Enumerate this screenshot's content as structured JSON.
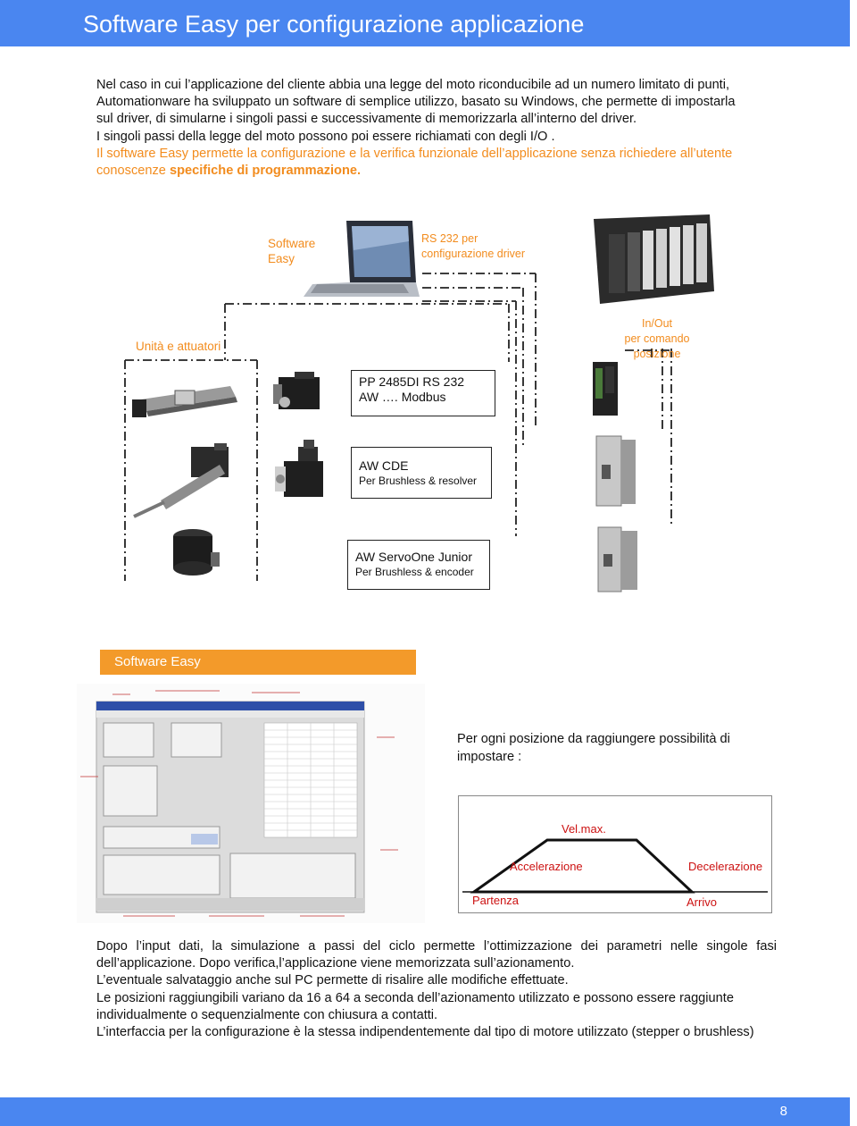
{
  "header": {
    "title": "Software Easy per configurazione applicazione"
  },
  "intro": {
    "p1": "Nel caso in cui l’applicazione del cliente abbia una legge del moto riconducibile ad un numero limitato di punti, Automationware ha sviluppato un software di semplice utilizzo, basato  su Windows, che permette di impostarla sul driver, di simularne i singoli passi e successivamente di memorizzarla all’interno del driver.",
    "p2": "I singoli passi della legge del moto possono poi essere richiamati con degli I/O .",
    "p3": "Il software Easy permette la configurazione e la verifica funzionale dell’applicazione senza richiedere  all’utente  conoscenze",
    "p3_bold": "specifiche di programmazione."
  },
  "diagram": {
    "software_label_1": "Software",
    "software_label_2": "Easy",
    "rs232_label_1": "RS 232 per",
    "rs232_label_2": "configurazione driver",
    "unita_label": "Unità e attuatori",
    "inout_label_1": "In/Out",
    "inout_label_2": "per comando posizione",
    "box1_line1": "PP 2485DI RS 232",
    "box1_line2": "AW ….   Modbus",
    "box2_line1": "AW CDE",
    "box2_line2": "Per Brushless & resolver",
    "box3_line1": "AW ServoOne Junior",
    "box3_line2": "Per Brushless & encoder"
  },
  "software_bar": {
    "label": "Software Easy"
  },
  "ogni_text": "Per ogni posizione da raggiungere possibilità di impostare :",
  "profile": {
    "vel_max": "Vel.max.",
    "accelerazione": "Accelerazione",
    "decelerazione": "Decelerazione",
    "partenza": "Partenza",
    "arrivo": "Arrivo"
  },
  "bottom": {
    "p1": "Dopo  l’input  dati,  la  simulazione  a  passi  del  ciclo  permette  l’ottimizzazione  dei  parametri  nelle  singole fasi dell’applicazione. Dopo verifica,l’applicazione viene memorizzata sull’azionamento.",
    "p2": "L’eventuale salvataggio anche sul PC   permette di risalire alle modifiche effettuate.",
    "p3": "Le posizioni raggiungibili variano da 16 a 64 a seconda dell’azionamento utilizzato e possono  essere raggiunte individualmente o sequenzialmente con chiusura a contatti.",
    "p4": "L’interfaccia per la configurazione è la stessa indipendentemente dal tipo di motore utilizzato (stepper o brushless)"
  },
  "footer": {
    "page": "8"
  },
  "colors": {
    "header_blue": "#4a86f0",
    "orange": "#f28c1e",
    "profile_red": "#cc1111"
  }
}
